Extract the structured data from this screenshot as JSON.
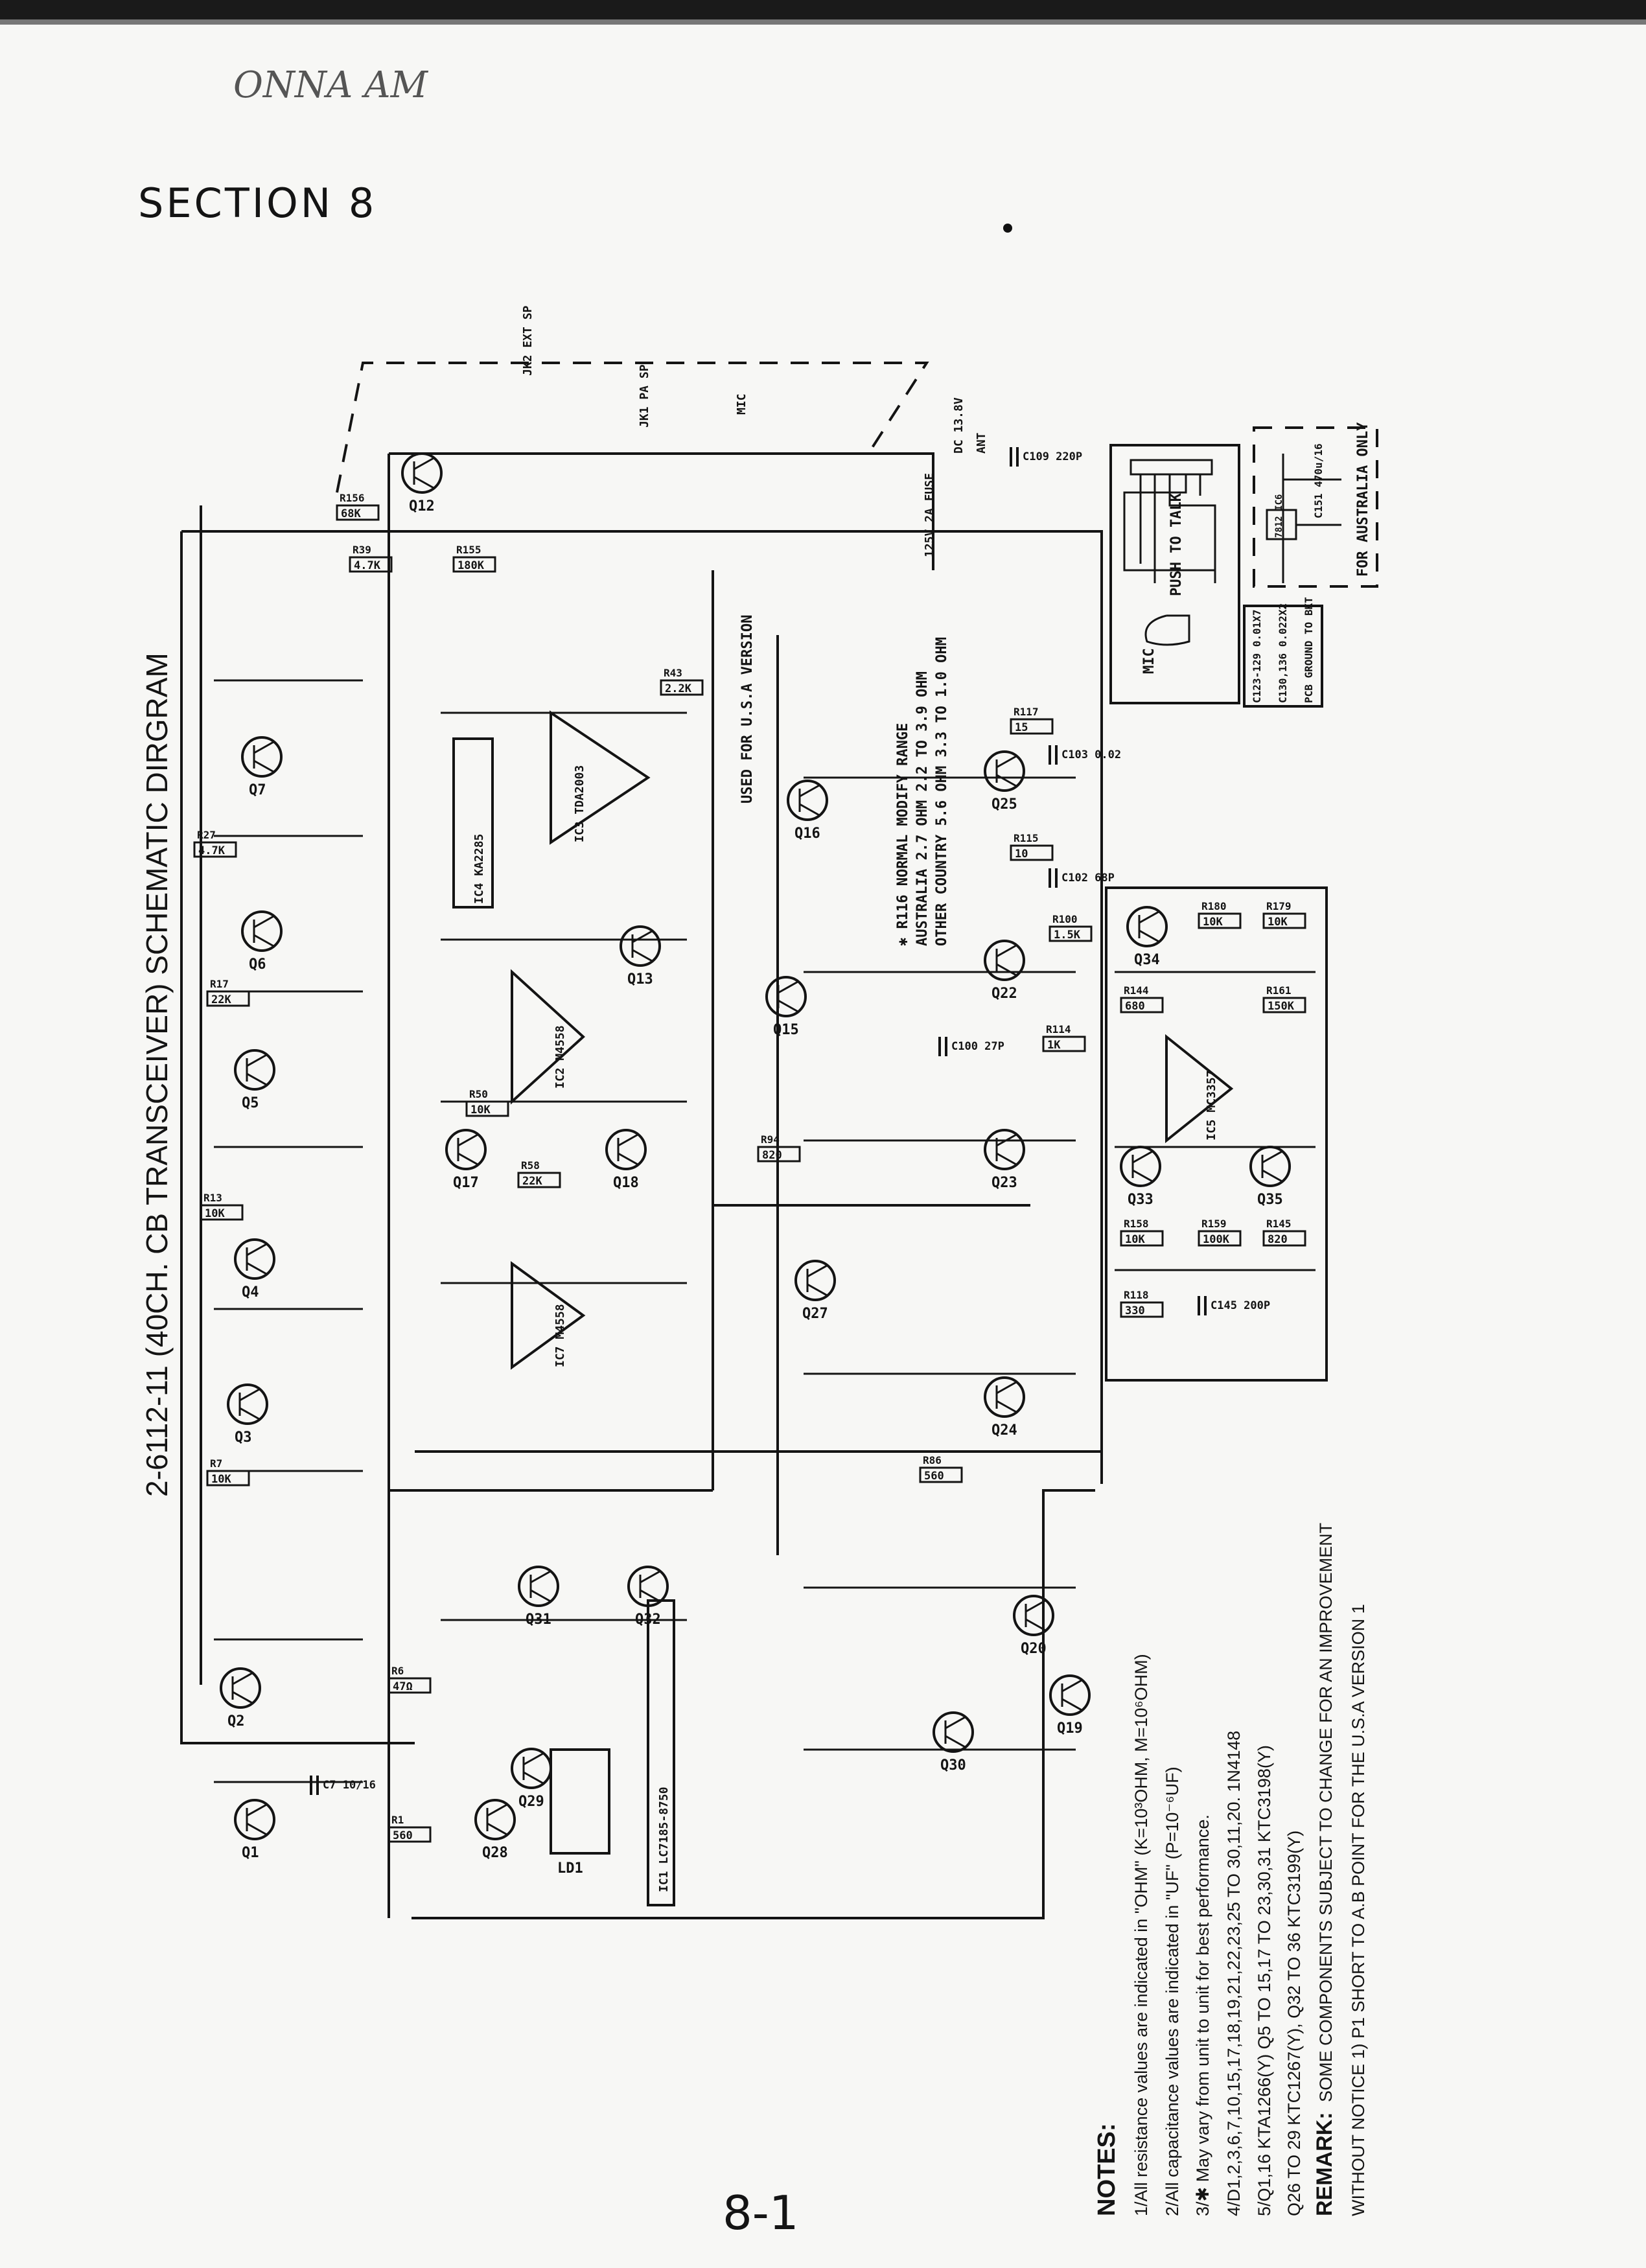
{
  "header": {
    "handwritten": "ONNA AM",
    "section": "SECTION 8"
  },
  "diagram": {
    "title": "2-6112-11 (40CH. CB TRANSCEIVER) SCHEMATIC DIRGRAM",
    "modify_table": {
      "header": "✱ R116   NORMAL   MODIFY RANGE",
      "row1": "AUSTRALIA   2.7 OHM   2.2 TO 3.9 OHM",
      "row2": "OTHER COUNTRY   5.6 OHM   3.3 TO 1.0 OHM"
    },
    "mic_box": {
      "mic": "MIC",
      "ptt": "PUSH TO TALK"
    },
    "australia_box": {
      "ic": "7812 IC6",
      "cap": "C151 470u/16",
      "note": "FOR AUSTRALIA ONLY"
    },
    "pcb_box": {
      "a": "C123-129  0.01X7",
      "b": "C130,136  0.022X2",
      "note": "PCB GROUND TO BKT"
    },
    "usa_note": "USED FOR U.S.A VERSION",
    "connectors": [
      "JK1 PA SP",
      "JK2 EXT SP",
      "DC 13.8V",
      "125V 2A FUSE",
      "ANT",
      "MIC"
    ],
    "ics": [
      {
        "label": "IC1 LC7185-8750"
      },
      {
        "label": "IC2 M4558"
      },
      {
        "label": "IC3 TDA2003"
      },
      {
        "label": "IC4 KA2285"
      },
      {
        "label": "IC5 MC3357"
      },
      {
        "label": "IC7 M4558"
      }
    ],
    "transistors": [
      "Q1",
      "Q2",
      "Q3",
      "Q4",
      "Q5",
      "Q6",
      "Q7",
      "Q12",
      "Q13",
      "Q15",
      "Q16",
      "Q17",
      "Q18",
      "Q19",
      "Q20",
      "Q22",
      "Q23",
      "Q24",
      "Q25",
      "Q27",
      "Q28",
      "Q29",
      "Q30",
      "Q31",
      "Q32",
      "Q33",
      "Q34",
      "Q35"
    ],
    "resistors": [
      {
        "ref": "R1",
        "val": "560"
      },
      {
        "ref": "R6",
        "val": "47Ω"
      },
      {
        "ref": "R7",
        "val": "10K"
      },
      {
        "ref": "R13",
        "val": "10K"
      },
      {
        "ref": "R17",
        "val": "22K"
      },
      {
        "ref": "R27",
        "val": "4.7K"
      },
      {
        "ref": "R39",
        "val": "4.7K"
      },
      {
        "ref": "R155",
        "val": "180K"
      },
      {
        "ref": "R156",
        "val": "68K"
      },
      {
        "ref": "R43",
        "val": "2.2K"
      },
      {
        "ref": "R50",
        "val": "10K"
      },
      {
        "ref": "R58",
        "val": "22K"
      },
      {
        "ref": "R86",
        "val": "560"
      },
      {
        "ref": "R94",
        "val": "820"
      },
      {
        "ref": "R100",
        "val": "1.5K"
      },
      {
        "ref": "R114",
        "val": "1K"
      },
      {
        "ref": "R115",
        "val": "10"
      },
      {
        "ref": "R117",
        "val": "15"
      },
      {
        "ref": "R118",
        "val": "330"
      },
      {
        "ref": "R158",
        "val": "10K"
      },
      {
        "ref": "R159",
        "val": "100K"
      },
      {
        "ref": "R145",
        "val": "820"
      },
      {
        "ref": "R144",
        "val": "680"
      },
      {
        "ref": "R180",
        "val": "10K"
      },
      {
        "ref": "R179",
        "val": "10K"
      },
      {
        "ref": "R161",
        "val": "150K"
      }
    ],
    "capacitors": [
      "C109 220P",
      "C100 27P",
      "C102 68P",
      "C145 200P",
      "C103 0.02",
      "C7 10/16"
    ],
    "display": "LD1"
  },
  "notes": {
    "heading": "NOTES:",
    "items": [
      "1/All resistance values are indicated in \"OHM\" (K=10³OHM, M=10⁶OHM)",
      "2/All capacitance values are indicated in \"UF\" (P=10⁻⁶UF)",
      "3/✱ May vary from unit to unit for best performance.",
      "4/D1,2,3,6,7,10,15,17,18,19,21,22,23,25 TO 30,11,20. 1N4148",
      "5/Q1,16 KTA1266(Y) Q5 TO 15,17 TO 23,30,31 KTC3198(Y)",
      "Q26 TO 29 KTC1267(Y), Q32 TO 36 KTC3199(Y)"
    ],
    "remark_label": "REMARK:",
    "remark": "SOME COMPONENTS SUBJECT TO CHANGE FOR AN IMPROVEMENT",
    "remark2": "WITHOUT NOTICE 1) P1 SHORT TO A.B POINT FOR THE U.S.A VERSION 1"
  },
  "footer": {
    "page": "8-1"
  }
}
